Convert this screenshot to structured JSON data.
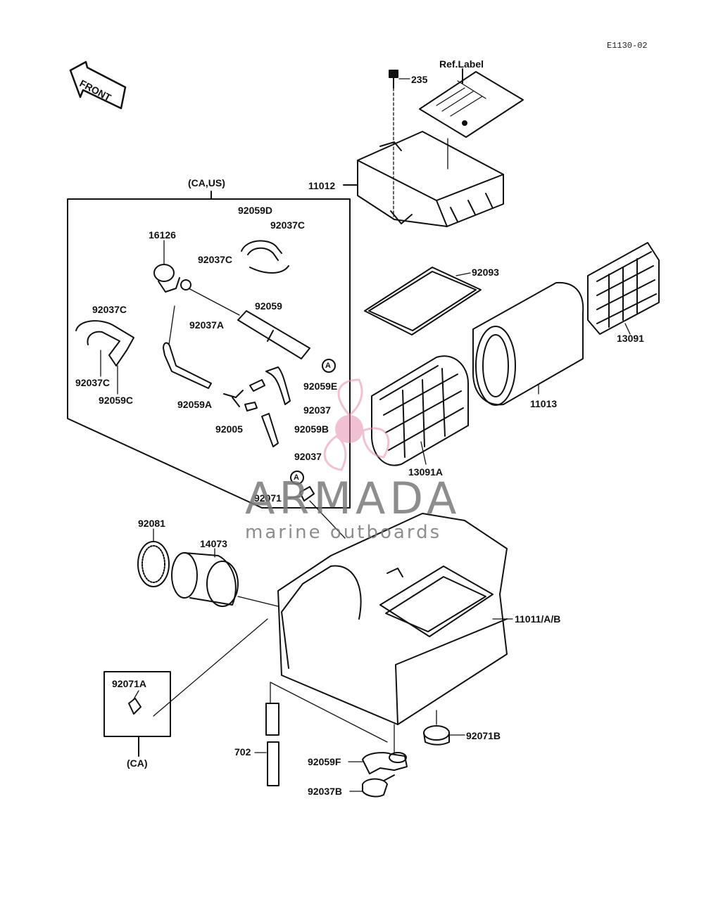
{
  "diagram_code": "E1130-02",
  "front_label": "FRONT",
  "ref_label": "Ref.Label",
  "group_ca_us": "(CA,US)",
  "group_ca": "(CA)",
  "parts": {
    "p235": "235",
    "p11012": "11012",
    "p92093": "92093",
    "p13091": "13091",
    "p11013": "11013",
    "p13091A": "13091A",
    "p92059D": "92059D",
    "p92037C_a": "92037C",
    "p16126": "16126",
    "p92037C_b": "92037C",
    "p92037C_c": "92037C",
    "p92037A": "92037A",
    "p92059": "92059",
    "p92037C_d": "92037C",
    "p92059C": "92059C",
    "p92059A": "92059A",
    "p92005": "92005",
    "p92059E": "92059E",
    "p92037_a": "92037",
    "p92059B": "92059B",
    "p92037_b": "92037",
    "p92071": "92071",
    "p92081": "92081",
    "p14073": "14073",
    "p11011": "11011/A/B",
    "p92071A": "92071A",
    "p702": "702",
    "p92059F": "92059F",
    "p92071B": "92071B",
    "p92037B": "92037B"
  },
  "ref_marker": "A",
  "watermark": {
    "brand": "ARMADA",
    "tagline": "marine outboards",
    "color_pink": "#e58fb0",
    "color_gray": "#7a7a7a"
  }
}
